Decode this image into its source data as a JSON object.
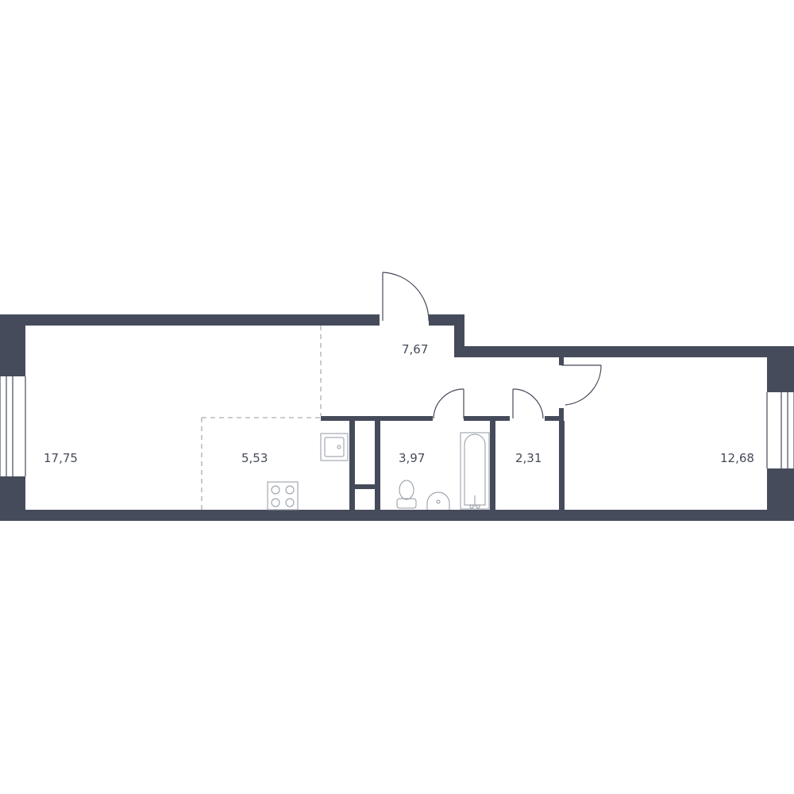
{
  "colors": {
    "wall": "#454b5a",
    "fixture": "#9097a3",
    "zone_divider": "#a9aeb7",
    "background": "#ffffff"
  },
  "rooms": [
    {
      "id": "living-room",
      "area": "17,75"
    },
    {
      "id": "kitchen",
      "area": "5,53"
    },
    {
      "id": "hallway",
      "area": "7,67"
    },
    {
      "id": "bathroom",
      "area": "3,97"
    },
    {
      "id": "storage",
      "area": "2,31"
    },
    {
      "id": "bedroom",
      "area": "12,68"
    }
  ],
  "fixtures": [
    "sink-icon",
    "stove-icon",
    "toilet-icon",
    "washbasin-icon",
    "bathtub-icon",
    "faucet-icon"
  ]
}
